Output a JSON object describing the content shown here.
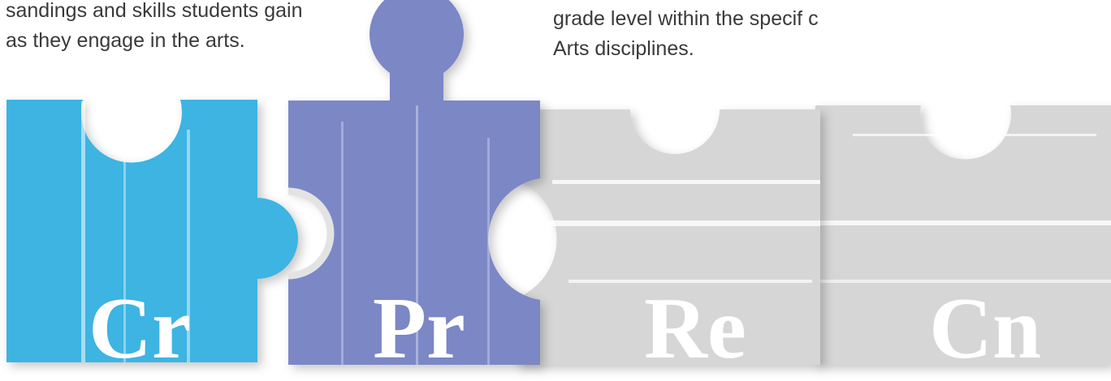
{
  "intro_left": {
    "line1": "sandings and skills students gain",
    "line2": "as they engage in the arts."
  },
  "intro_right": {
    "line1": "grade level within the specif c",
    "line2": "Arts disciplines."
  },
  "pieces": [
    {
      "abbr": "Cr",
      "color": "#3db4e2"
    },
    {
      "abbr": "Pr",
      "color": "#7b87c6"
    },
    {
      "abbr": "Re",
      "color": "#d6d6d6"
    },
    {
      "abbr": "Cn",
      "color": "#d6d6d6"
    }
  ]
}
